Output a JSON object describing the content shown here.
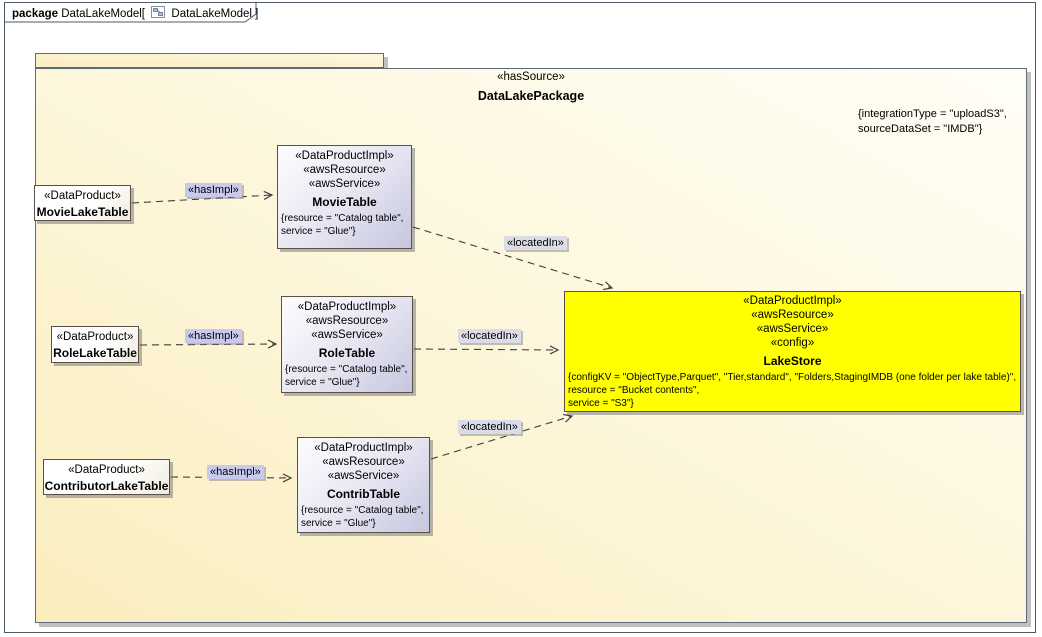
{
  "frame_header": {
    "keyword": "package",
    "model_text": "DataLakeModel[",
    "diagram_text": "DataLakeModel ]"
  },
  "package": {
    "stereotype": "«hasSource»",
    "name": "DataLakePackage",
    "annotation": {
      "line1": "{integrationType = \"uploadS3\",",
      "line2": "sourceDataSet = \"IMDB\"}"
    }
  },
  "data_products": [
    {
      "stereotype": "«DataProduct»",
      "name": "MovieLakeTable"
    },
    {
      "stereotype": "«DataProduct»",
      "name": "RoleLakeTable"
    },
    {
      "stereotype": "«DataProduct»",
      "name": "ContributorLakeTable"
    }
  ],
  "impl_tables": [
    {
      "stereotypes": [
        "«DataProductImpl»",
        "«awsResource»",
        "«awsService»"
      ],
      "name": "MovieTable",
      "constraint_line1": "{resource = \"Catalog table\",",
      "constraint_line2": "service = \"Glue\"}"
    },
    {
      "stereotypes": [
        "«DataProductImpl»",
        "«awsResource»",
        "«awsService»"
      ],
      "name": "RoleTable",
      "constraint_line1": "{resource = \"Catalog table\",",
      "constraint_line2": "service = \"Glue\"}"
    },
    {
      "stereotypes": [
        "«DataProductImpl»",
        "«awsResource»",
        "«awsService»"
      ],
      "name": "ContribTable",
      "constraint_line1": "{resource = \"Catalog table\",",
      "constraint_line2": "service = \"Glue\"}"
    }
  ],
  "lake_store": {
    "stereotypes": [
      "«DataProductImpl»",
      "«awsResource»",
      "«awsService»",
      "«config»"
    ],
    "name": "LakeStore",
    "constraint_lines": [
      "{configKV = \"ObjectType,Parquet\", \"Tier,standard\", \"Folders,StagingIMDB (one folder per lake table)\",",
      "resource = \"Bucket contents\",",
      "service = \"S3\"}"
    ]
  },
  "edge_labels": {
    "has_impl": "«hasImpl»",
    "located_in": "«locatedIn»"
  },
  "colors": {
    "package_fill_start": "#FAEDBE",
    "package_fill_end": "#FFFEF6",
    "impl_fill_end": "#C6C6E0",
    "lake_store_fill": "#FFFF00",
    "has_impl_label_bg": "#C9C9EF",
    "located_in_label_bg": "#DCDCE8",
    "node_border": "#5C4F45",
    "frame_border": "#4E5A66"
  }
}
